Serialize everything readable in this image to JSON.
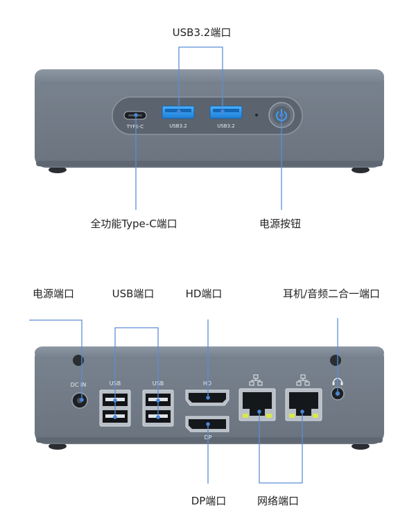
{
  "front_view": {
    "callouts": {
      "usb32_ports": "USB3.2端口",
      "typec_port": "全功能Type-C端口",
      "power_button": "电源按钮"
    },
    "port_labels": {
      "typec": "TYFE-C",
      "usb_a_left": "USB3.2",
      "usb_a_right": "USB3.2"
    }
  },
  "rear_view": {
    "callouts": {
      "dc_port": "电源端口",
      "usb_ports": "USB端口",
      "hd_port": "HD端口",
      "audio_port": "耳机/音频二合一端口",
      "dp_port": "DP端口",
      "lan_ports": "网络端口"
    },
    "port_labels": {
      "dc_in": "DC IN",
      "usb_left": "USB",
      "usb_right": "USB",
      "hd": "HD",
      "dp": "DP"
    }
  },
  "colors": {
    "chassis": "#7c8692",
    "chassis_dark": "#5f6873",
    "callout_line": "#5b8ed6",
    "port_blue": "#2f8fe0"
  }
}
